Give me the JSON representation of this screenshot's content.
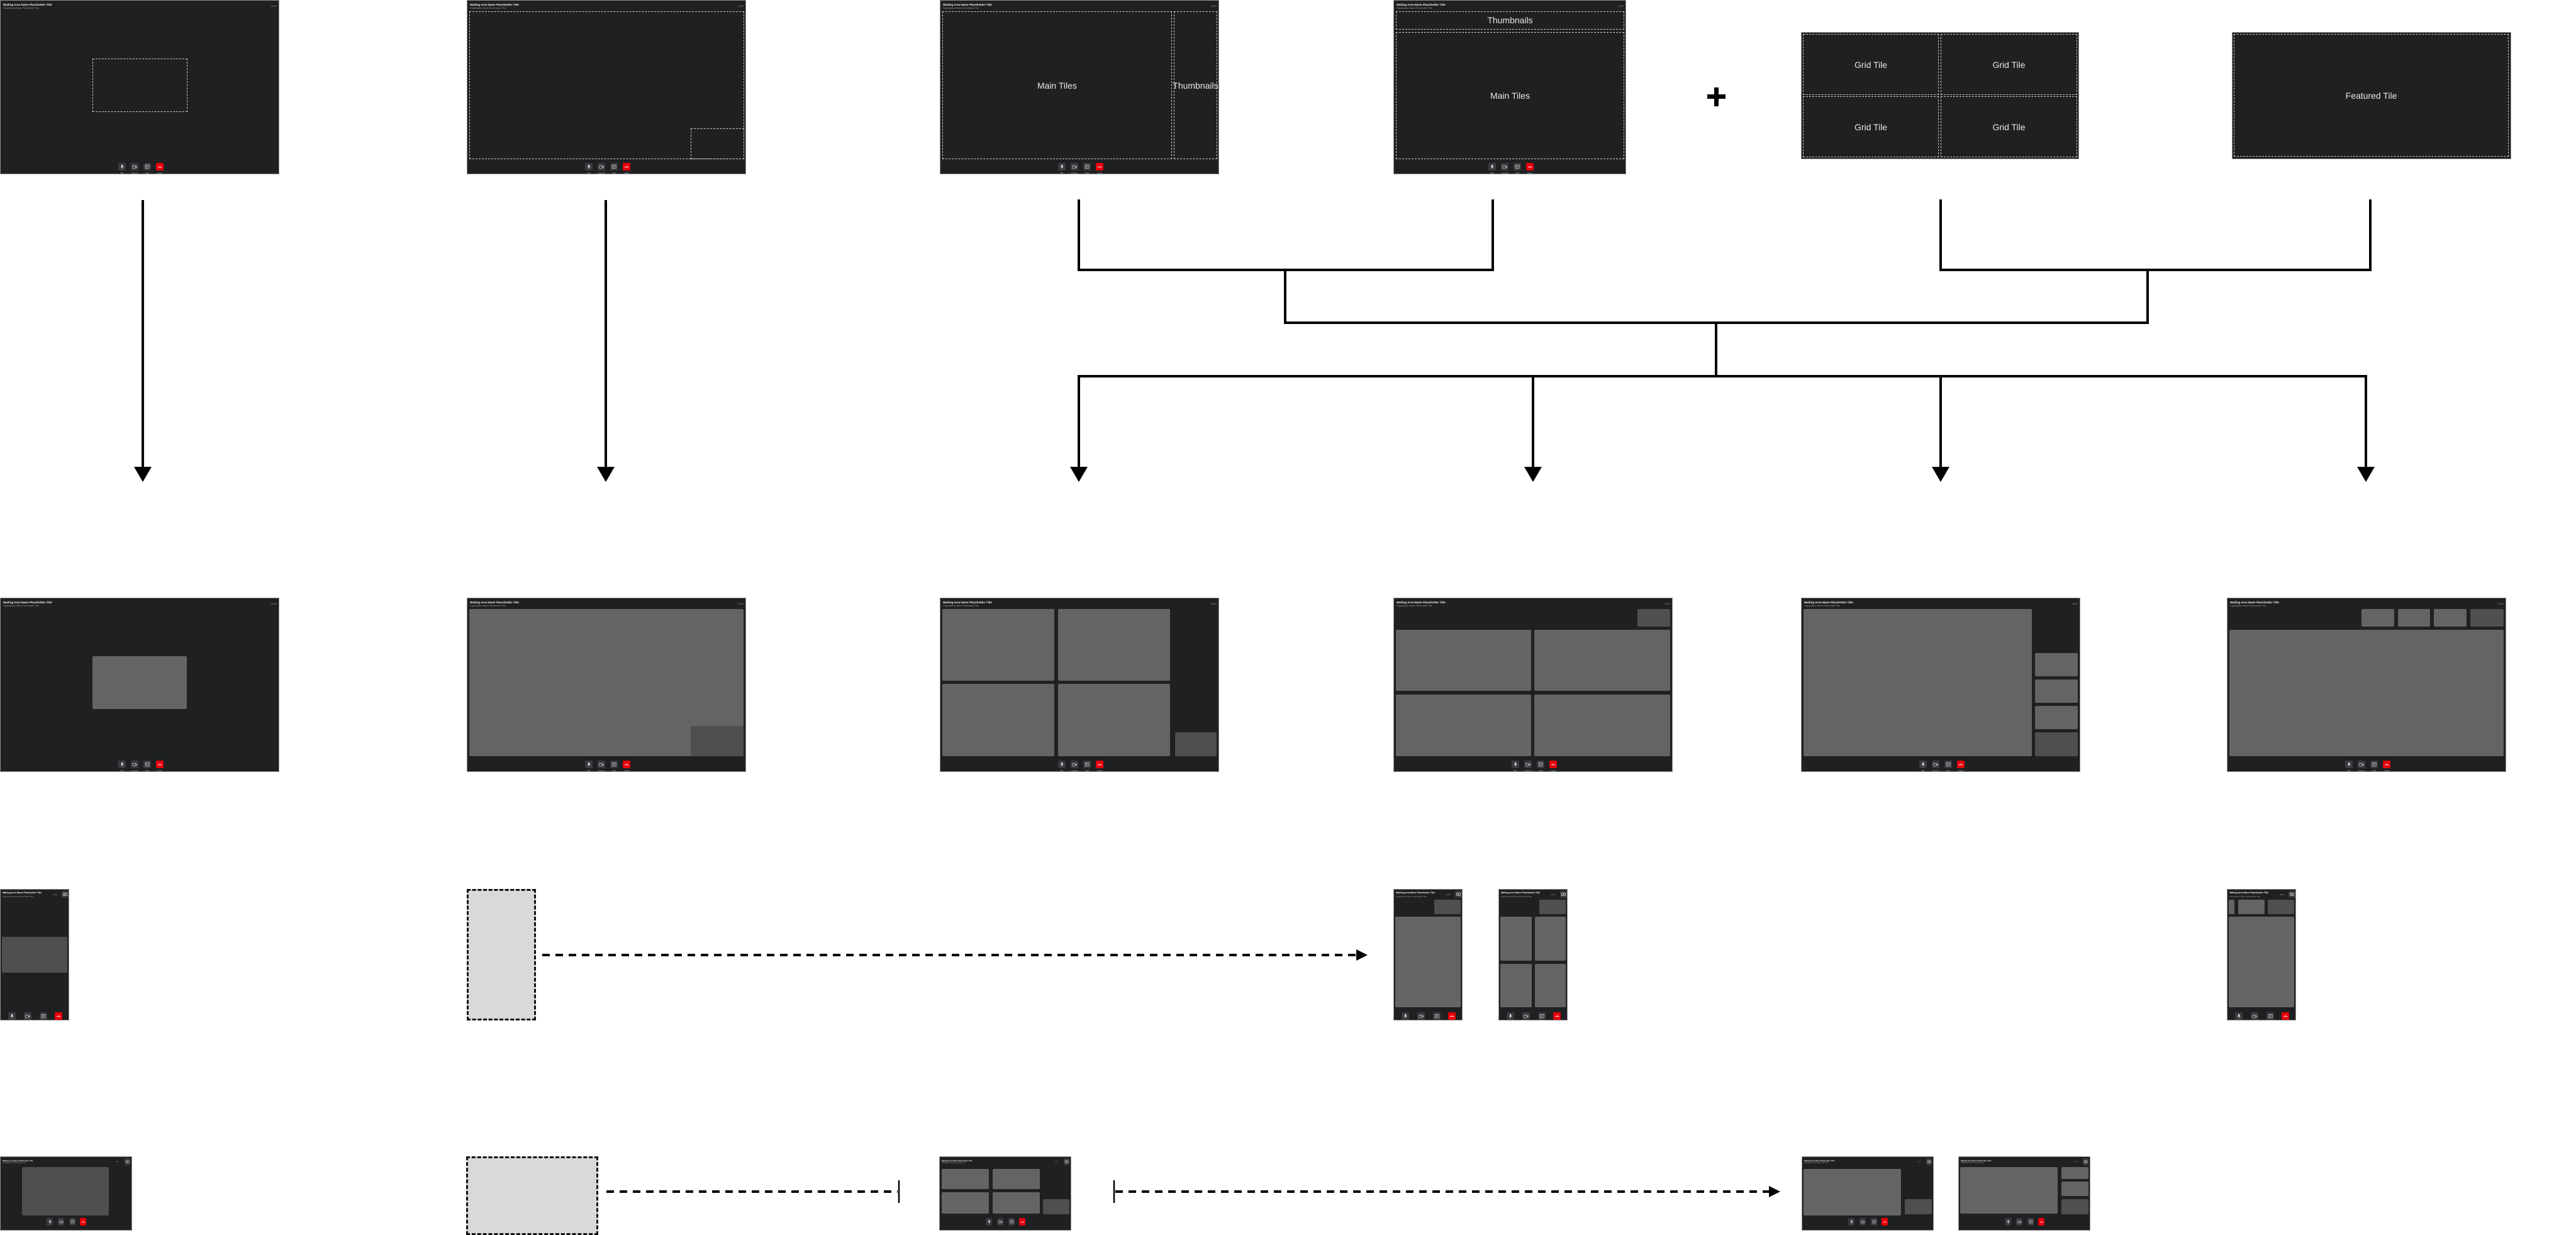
{
  "call": {
    "title": "Waiting Area Name Placeholder Title",
    "subtitle": "Organisation Name Placeholder Title",
    "timer": "00:00"
  },
  "controls": [
    {
      "label": "Mic",
      "icon": "mic-icon"
    },
    {
      "label": "Camera",
      "icon": "camera-icon"
    },
    {
      "label": "Chat",
      "icon": "chat-icon"
    },
    {
      "label": "Leave",
      "icon": "phone-hangup-icon"
    }
  ],
  "regions": {
    "main_tiles": "Main Tiles",
    "thumbnails": "Thumbnails",
    "grid_tile": "Grid Tile",
    "featured_tile": "Featured Tile"
  },
  "colors": {
    "frame_bg": "#1f2022",
    "tile": "#646464",
    "tile_dark": "#4f4f4f",
    "button": "#3a3b3e",
    "leave": "#e8000b",
    "placeholder": "#d9d9d9",
    "connector": "#000000"
  }
}
